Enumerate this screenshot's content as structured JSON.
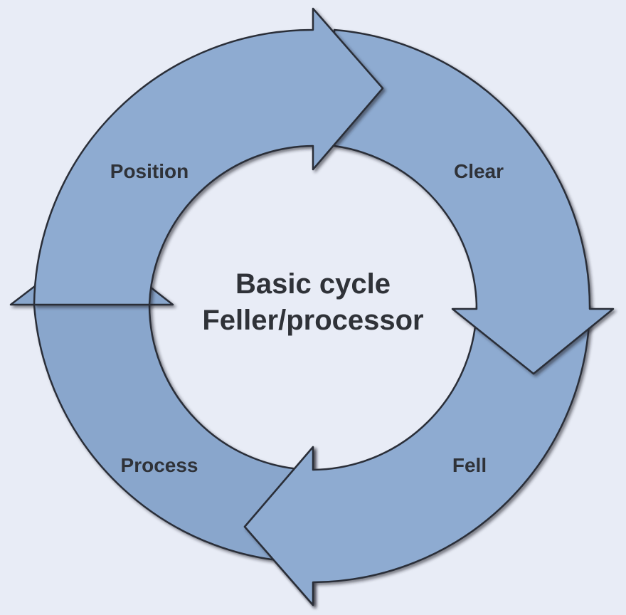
{
  "diagram": {
    "center_title_line1": "Basic cycle",
    "center_title_line2": "Feller/processor",
    "stages": [
      {
        "label": "Position"
      },
      {
        "label": "Clear"
      },
      {
        "label": "Fell"
      },
      {
        "label": "Process"
      }
    ],
    "colors": {
      "background": "#e8ecf6",
      "arrow_fill": "#8eabd1",
      "arrow_fill_alt": "#89a6cc",
      "outline": "#2a2f38",
      "text": "#2f3238"
    }
  }
}
